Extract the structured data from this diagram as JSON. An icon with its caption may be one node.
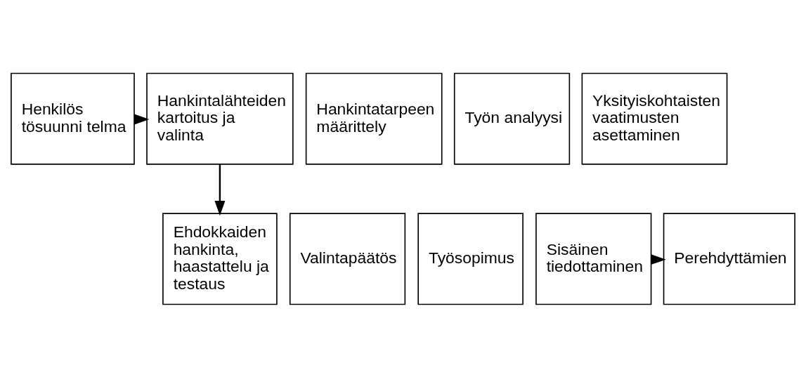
{
  "diagram": {
    "nodes": [
      {
        "text": [
          "Henkilös tösuunni telma"
        ]
      },
      {
        "text": [
          "Hankintatarpeen määrittely"
        ]
      },
      {
        "text": [
          "Työn analyysi"
        ]
      },
      {
        "text": [
          "Yksityiskohtaisten vaatimusten asettaminen"
        ]
      },
      {
        "text": [
          "Hankintalähteiden kartoitus ja valinta"
        ]
      },
      {
        "text": [
          "Ehdokkaiden hankinta, haastattelu ja testaus"
        ]
      },
      {
        "text": [
          "Valintapäätös"
        ]
      },
      {
        "text": [
          "Työsopimus"
        ]
      },
      {
        "text": [
          "Sisäinen tiedottaminen"
        ]
      },
      {
        "text": [
          "Perehdyttämien"
        ]
      }
    ],
    "edges": [
      {
        "from": 0,
        "to": 4,
        "arrow": "to"
      },
      {
        "from": 4,
        "to": 5,
        "arrow": "to"
      },
      {
        "from": 8,
        "to": 9,
        "arrow": "to"
      }
    ]
  }
}
